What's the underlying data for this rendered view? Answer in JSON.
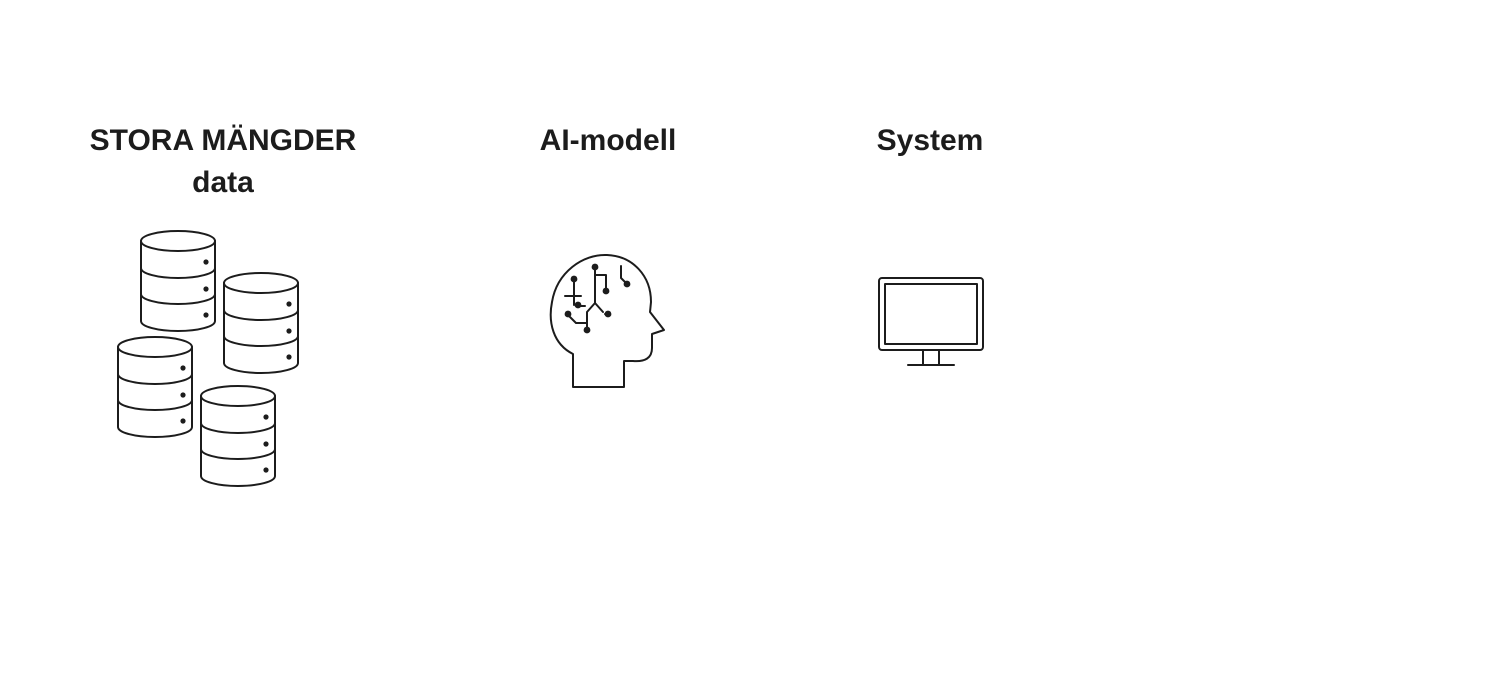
{
  "columns": [
    {
      "title_line1": "STORA MÄNGDER",
      "title_line2": "data",
      "icon": "database-stack-icon"
    },
    {
      "title": "AI-modell",
      "icon": "ai-brain-head-icon"
    },
    {
      "title": "System",
      "icon": "computer-monitor-icon"
    }
  ],
  "colors": {
    "text": "#1c1c1c",
    "icon_stroke": "#1c1c1c",
    "background": "#ffffff"
  }
}
